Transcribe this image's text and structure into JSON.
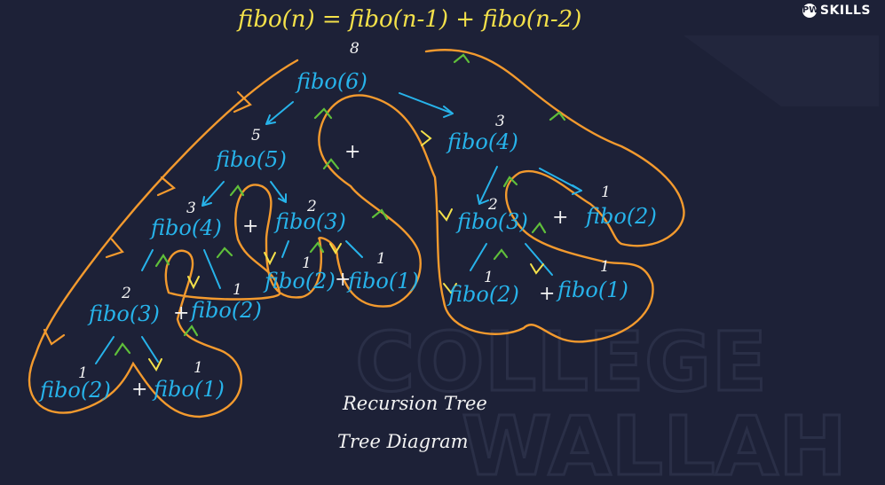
{
  "brand": {
    "name": "SKILLS"
  },
  "watermark": {
    "line1": "COLLEGE",
    "line2": "WALLAH"
  },
  "formula": "fibo(n)  =  fibo(n-1) + fibo(n-2)",
  "captions": {
    "line1": "Recursion Tree",
    "line2": "Tree Diagram"
  },
  "tree": {
    "root": {
      "label": "fibo(6)",
      "value": "8"
    },
    "n5": {
      "label": "fibo(5)",
      "value": "5"
    },
    "n4a": {
      "label": "fibo(4)",
      "value": "3"
    },
    "n3a": {
      "label": "fibo(3)",
      "value": "2"
    },
    "n2a": {
      "label": "fibo(2)",
      "value": "1"
    },
    "n1a": {
      "label": "fibo(1)",
      "value": "1"
    },
    "n2b": {
      "label": "fibo(2)",
      "value": "1"
    },
    "n3b": {
      "label": "fibo(3)",
      "value": "2"
    },
    "n2c": {
      "label": "fibo(2)",
      "value": "1"
    },
    "n1b": {
      "label": "fibo(1)",
      "value": "1"
    },
    "n4b": {
      "label": "fibo(4)",
      "value": "3"
    },
    "n3c": {
      "label": "fibo(3)",
      "value": "2"
    },
    "n2d": {
      "label": "fibo(2)",
      "value": "1"
    },
    "n1c": {
      "label": "fibo(1)",
      "value": "1"
    },
    "n2e": {
      "label": "fibo(2)",
      "value": "1"
    }
  },
  "plus_sign": "+",
  "colors": {
    "background": "#1d2137",
    "node_text": "#27b3ea",
    "path": "#f39a2e",
    "formula": "#f4e14a",
    "return_arrow": "#5fbf3a",
    "call_arrow": "#f4e14a"
  }
}
